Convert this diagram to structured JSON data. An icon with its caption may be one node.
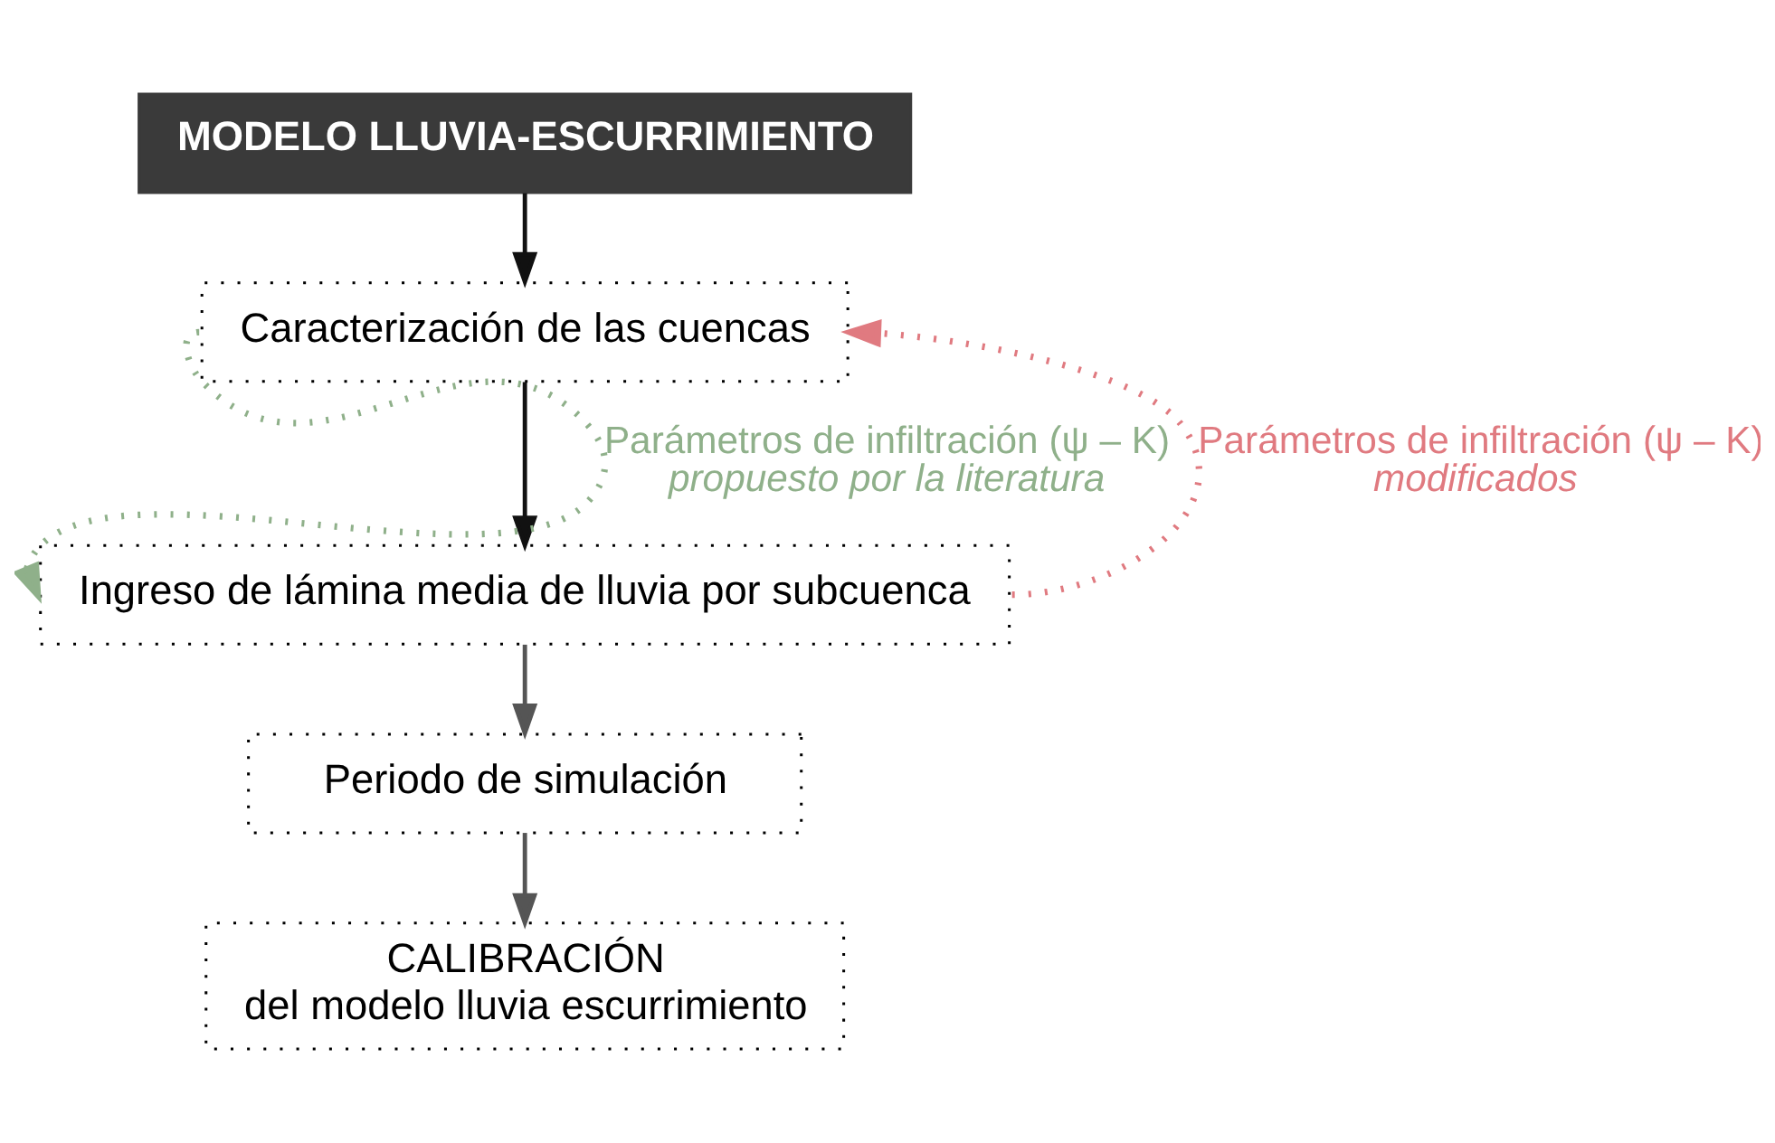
{
  "diagram": {
    "nodes": [
      {
        "text": [
          "MODELO LLUVIA-ESCURRIMIENTO"
        ]
      },
      {
        "text": [
          "Caracterización de las cuencas"
        ]
      },
      {
        "text": [
          "Ingreso de lámina media de lluvia por subcuenca"
        ]
      },
      {
        "text": [
          "Periodo de simulación"
        ]
      },
      {
        "text": [
          "CALIBRACIÓN",
          "del modelo lluvia escurrimiento"
        ]
      }
    ],
    "edges": [
      {
        "from": 0,
        "to": 1,
        "arrow": "to",
        "color": "#111111"
      },
      {
        "from": 1,
        "to": 2,
        "arrow": "to",
        "color": "#111111"
      },
      {
        "from": 2,
        "to": 3,
        "arrow": "to",
        "color": "#555555"
      },
      {
        "from": 3,
        "to": 4,
        "arrow": "to",
        "color": "#555555"
      },
      {
        "from": 1,
        "to": 2,
        "arrow": "to",
        "style": "dashed",
        "color": "#8fb08a",
        "label": "Parámetros de infiltración (ψ – K) *propuesto por la literatura*"
      },
      {
        "from": 2,
        "to": 1,
        "arrow": "to",
        "style": "dashed",
        "color": "#e07a80",
        "label": "Parámetros de infiltración (ψ – K) *modificados*"
      }
    ]
  }
}
